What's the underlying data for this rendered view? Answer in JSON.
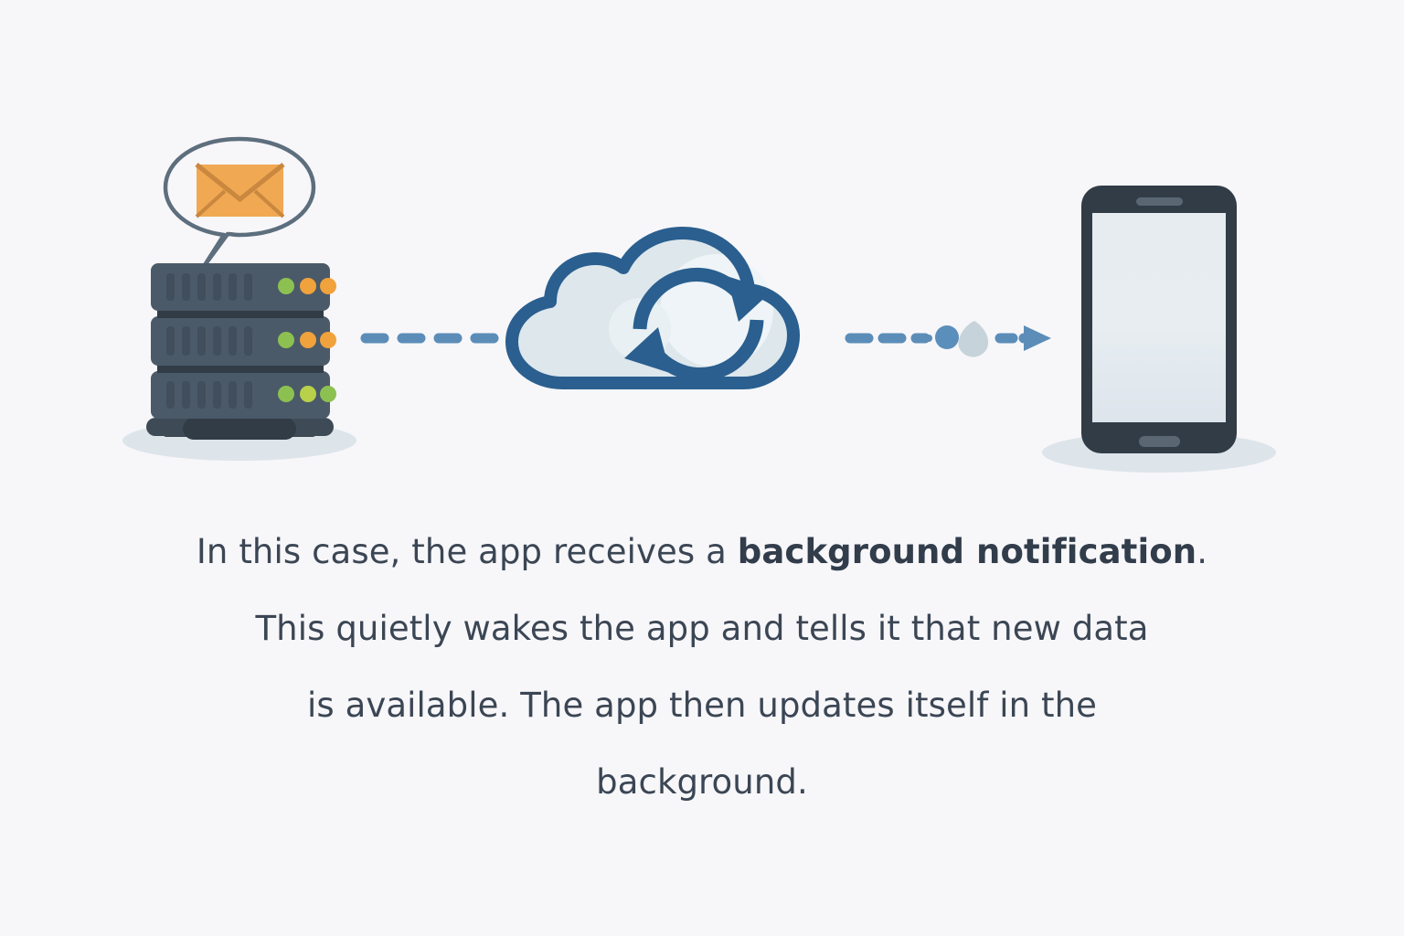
{
  "scene": {
    "title": "Background notification delivery flow",
    "background_color": "#f7f6f9",
    "nodes": [
      {
        "id": "server",
        "label": "server-rack",
        "description": "Three-unit server rack with a speech bubble containing an envelope icon"
      },
      {
        "id": "cloud",
        "label": "cloud-sync",
        "description": "Cloud with circular sync arrows"
      },
      {
        "id": "phone",
        "label": "smartphone",
        "description": "Smartphone with blank screen"
      }
    ],
    "connectors": [
      {
        "id": "server-to-cloud",
        "label": "dashed-arrow-right",
        "from": "server",
        "to": "cloud",
        "style": "dashed",
        "color": "#5b8db8"
      },
      {
        "id": "cloud-to-phone",
        "label": "dashed-arrow-right-with-payload",
        "from": "cloud",
        "to": "phone",
        "style": "dashed",
        "color": "#5b8db8"
      }
    ]
  },
  "colors": {
    "background": "#f7f6f9",
    "server_body": "#4b5a68",
    "server_body_dark": "#3e4b57",
    "server_vent": "#424f5c",
    "server_base": "#37434e",
    "shadow": "#dbe3e9",
    "bubble_stroke": "#5d6e7d",
    "envelope": "#f0a952",
    "envelope_line": "#c9873f",
    "led_green": "#8cc152",
    "led_green_light": "#b9d04a",
    "led_orange": "#f0a23c",
    "cloud_fill": "#dde7ec",
    "cloud_fill_light": "#eef4f7",
    "cloud_stroke": "#2a5f8f",
    "arrow_blue": "#5b8db8",
    "payload_blue": "#5b8fbb",
    "payload_grey": "#c6d3da",
    "phone_body": "#313c47",
    "phone_screen": "#e1e8ed",
    "phone_button": "#5a6772",
    "text": "#3b4654"
  },
  "server": {
    "units": [
      {
        "name": "server-unit-top",
        "vents": 6,
        "leds": [
          "#8cc152",
          "#f0a23c",
          "#f0a23c"
        ]
      },
      {
        "name": "server-unit-middle",
        "vents": 6,
        "leds": [
          "#8cc152",
          "#f0a23c",
          "#f0a23c"
        ]
      },
      {
        "name": "server-unit-bottom",
        "vents": 6,
        "leds": [
          "#8cc152",
          "#b9d04a",
          "#8cc152"
        ]
      }
    ],
    "notification": {
      "bubble_name": "speech-bubble",
      "icon_name": "envelope-icon"
    }
  },
  "cloud": {
    "icon_name": "cloud-sync-icon",
    "arrows": [
      "sync-arrow-top",
      "sync-arrow-bottom"
    ]
  },
  "phone": {
    "icon_name": "smartphone-icon",
    "speaker_name": "phone-speaker",
    "screen_name": "phone-screen",
    "home_button_name": "phone-home-button"
  },
  "caption": {
    "line1_prefix": "In this case, the app receives a ",
    "line1_strong": "background notification",
    "line1_suffix": ".",
    "line2": "This quietly wakes the app and tells it that new data",
    "line3": "is available. The app then updates itself in the",
    "line4": "background."
  }
}
